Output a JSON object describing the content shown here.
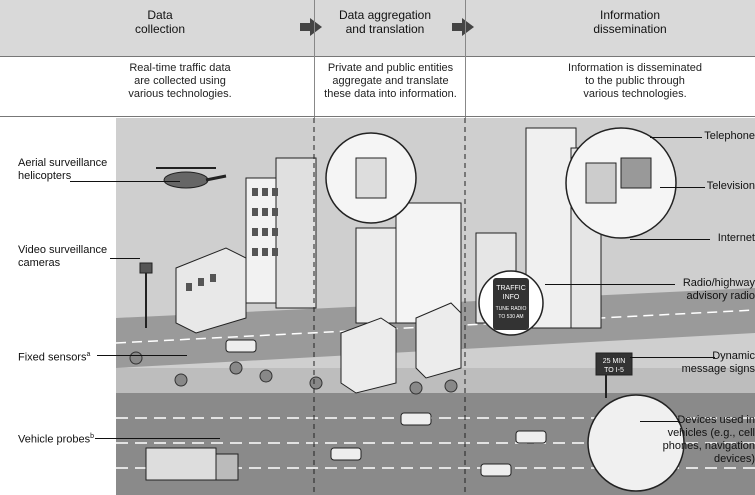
{
  "columns": [
    {
      "title": "Data\ncollection",
      "description": "Real-time traffic data\nare collected using\nvarious technologies."
    },
    {
      "title": "Data aggregation\nand translation",
      "description": "Private and public entities\naggregate and translate\nthese data into information."
    },
    {
      "title": "Information\ndissemination",
      "description": "Information is disseminated\nto the public through\nvarious technologies."
    }
  ],
  "left_labels": {
    "aerial": "Aerial surveillance\nhelicopters",
    "video": "Video surveillance\ncameras",
    "fixed": "Fixed sensors",
    "fixed_sup": "a",
    "probes": "Vehicle probes",
    "probes_sup": "b"
  },
  "right_labels": {
    "telephone": "Telephone",
    "television": "Television",
    "internet": "Internet",
    "radio": "Radio/highway\nadvisory radio",
    "dms": "Dynamic\nmessage signs",
    "devices": "Devices used in\nvehicles (e.g., cell\nphones, navigation\ndevices)"
  },
  "radio_sign": {
    "line1": "TRAFFIC",
    "line2": "INFO",
    "line3": "TUNE RADIO",
    "line4": "TO 530 AM"
  },
  "road_sign": {
    "line1": "25 MIN",
    "line2": "TO I-5"
  },
  "colors": {
    "header_bg": "#d9d9d9",
    "scene_bg": "#c9c9c9",
    "road": "#8f8f8f",
    "building": "#e8e8e8",
    "outline": "#222222"
  }
}
